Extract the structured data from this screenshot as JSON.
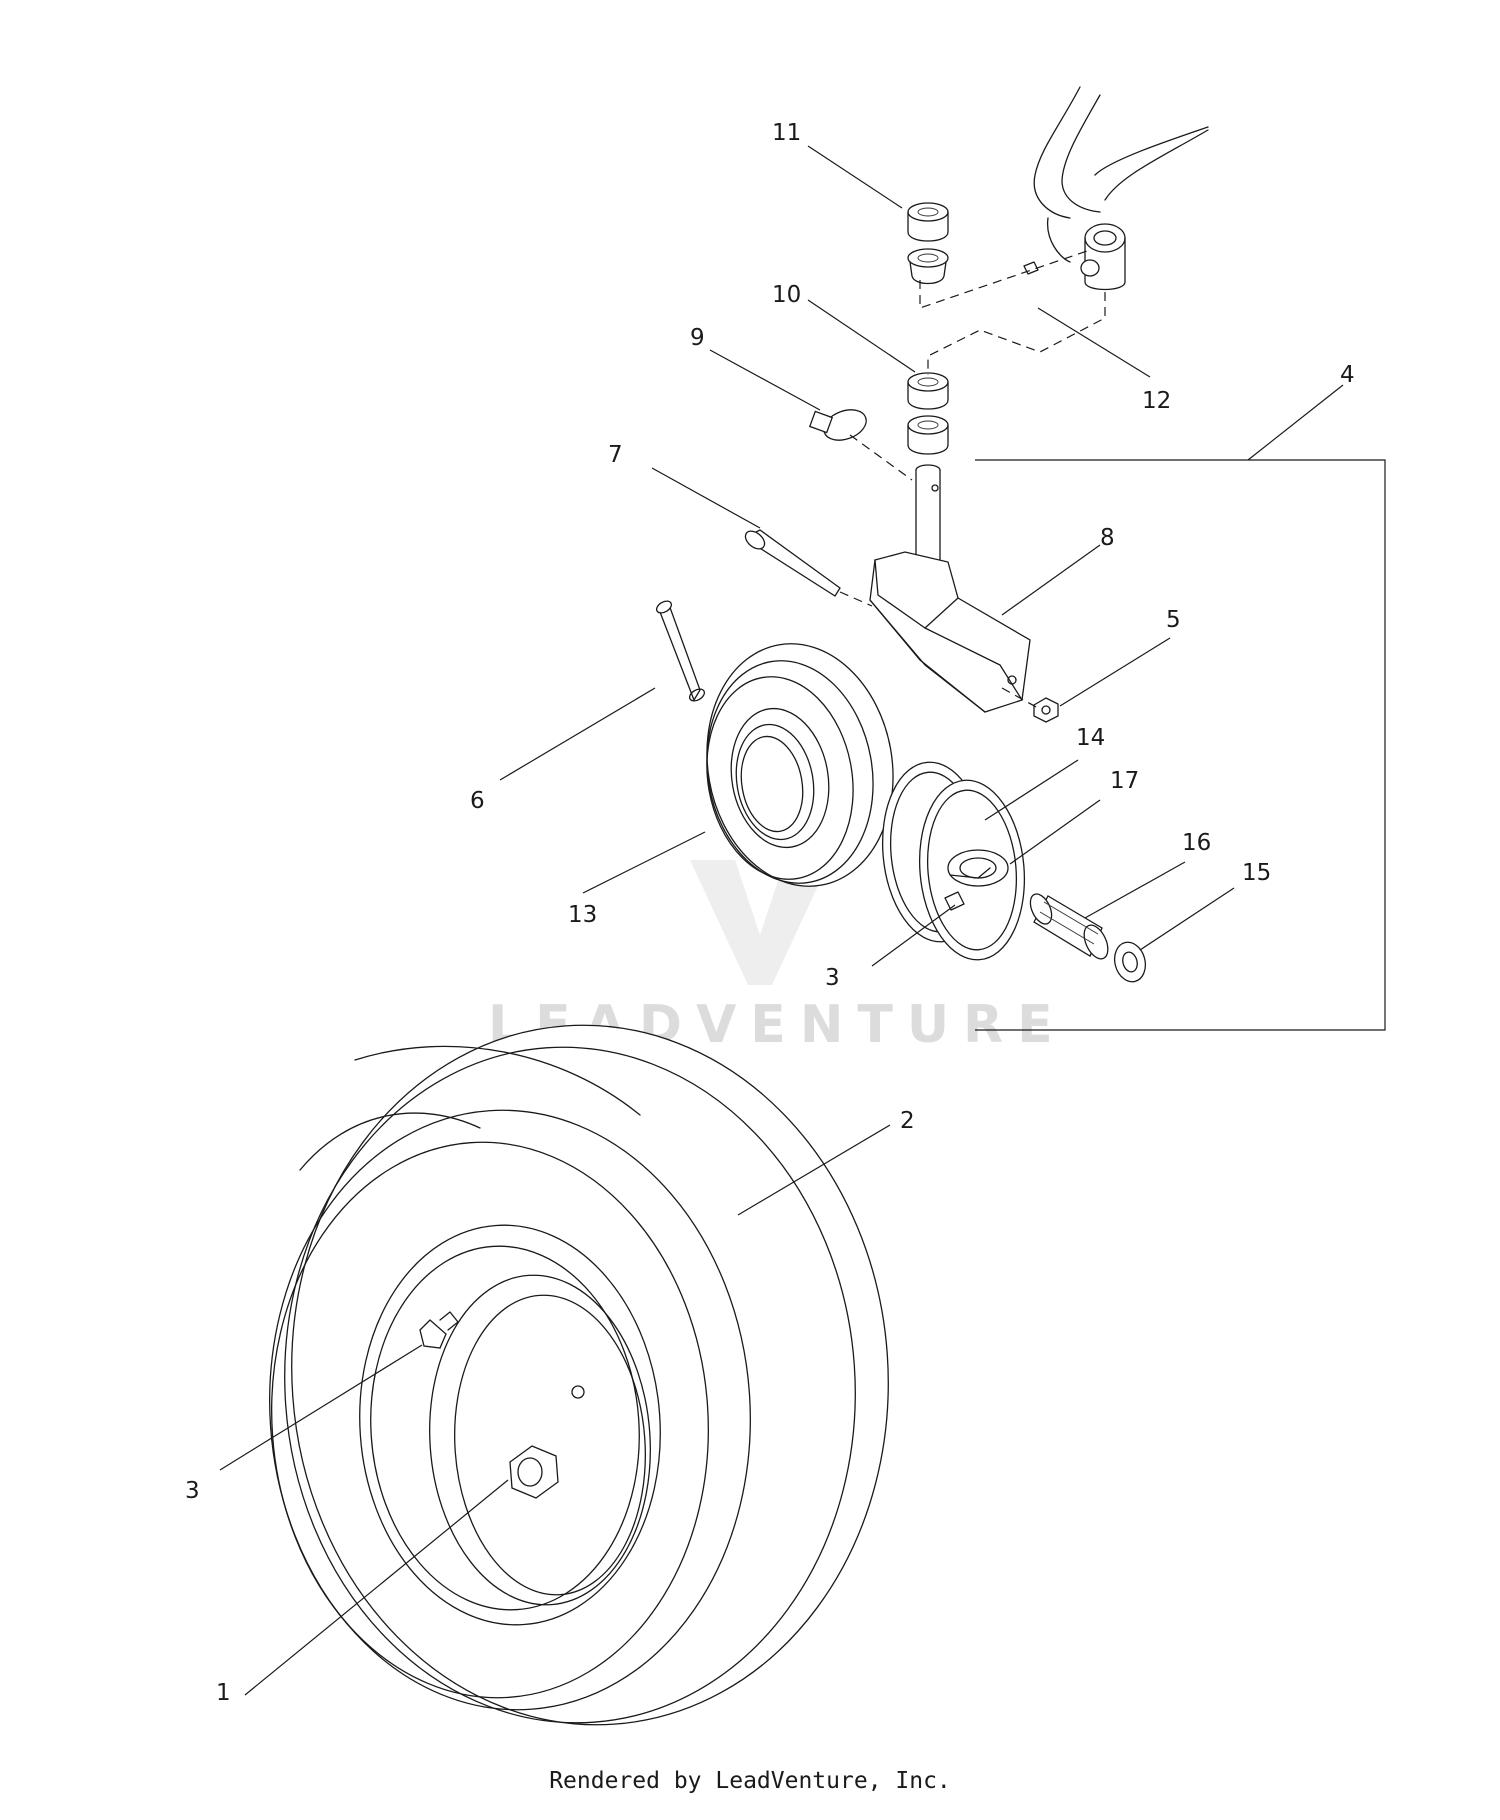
{
  "watermark": {
    "brand": "LEADVENTURE"
  },
  "footer": {
    "credit": "Rendered by LeadVenture, Inc."
  },
  "callouts": {
    "c1": "1",
    "c2": "2",
    "c3a": "3",
    "c3b": "3",
    "c4": "4",
    "c5": "5",
    "c6": "6",
    "c7": "7",
    "c8": "8",
    "c9": "9",
    "c10": "10",
    "c11": "11",
    "c12": "12",
    "c13": "13",
    "c14": "14",
    "c15": "15",
    "c16": "16",
    "c17": "17"
  }
}
